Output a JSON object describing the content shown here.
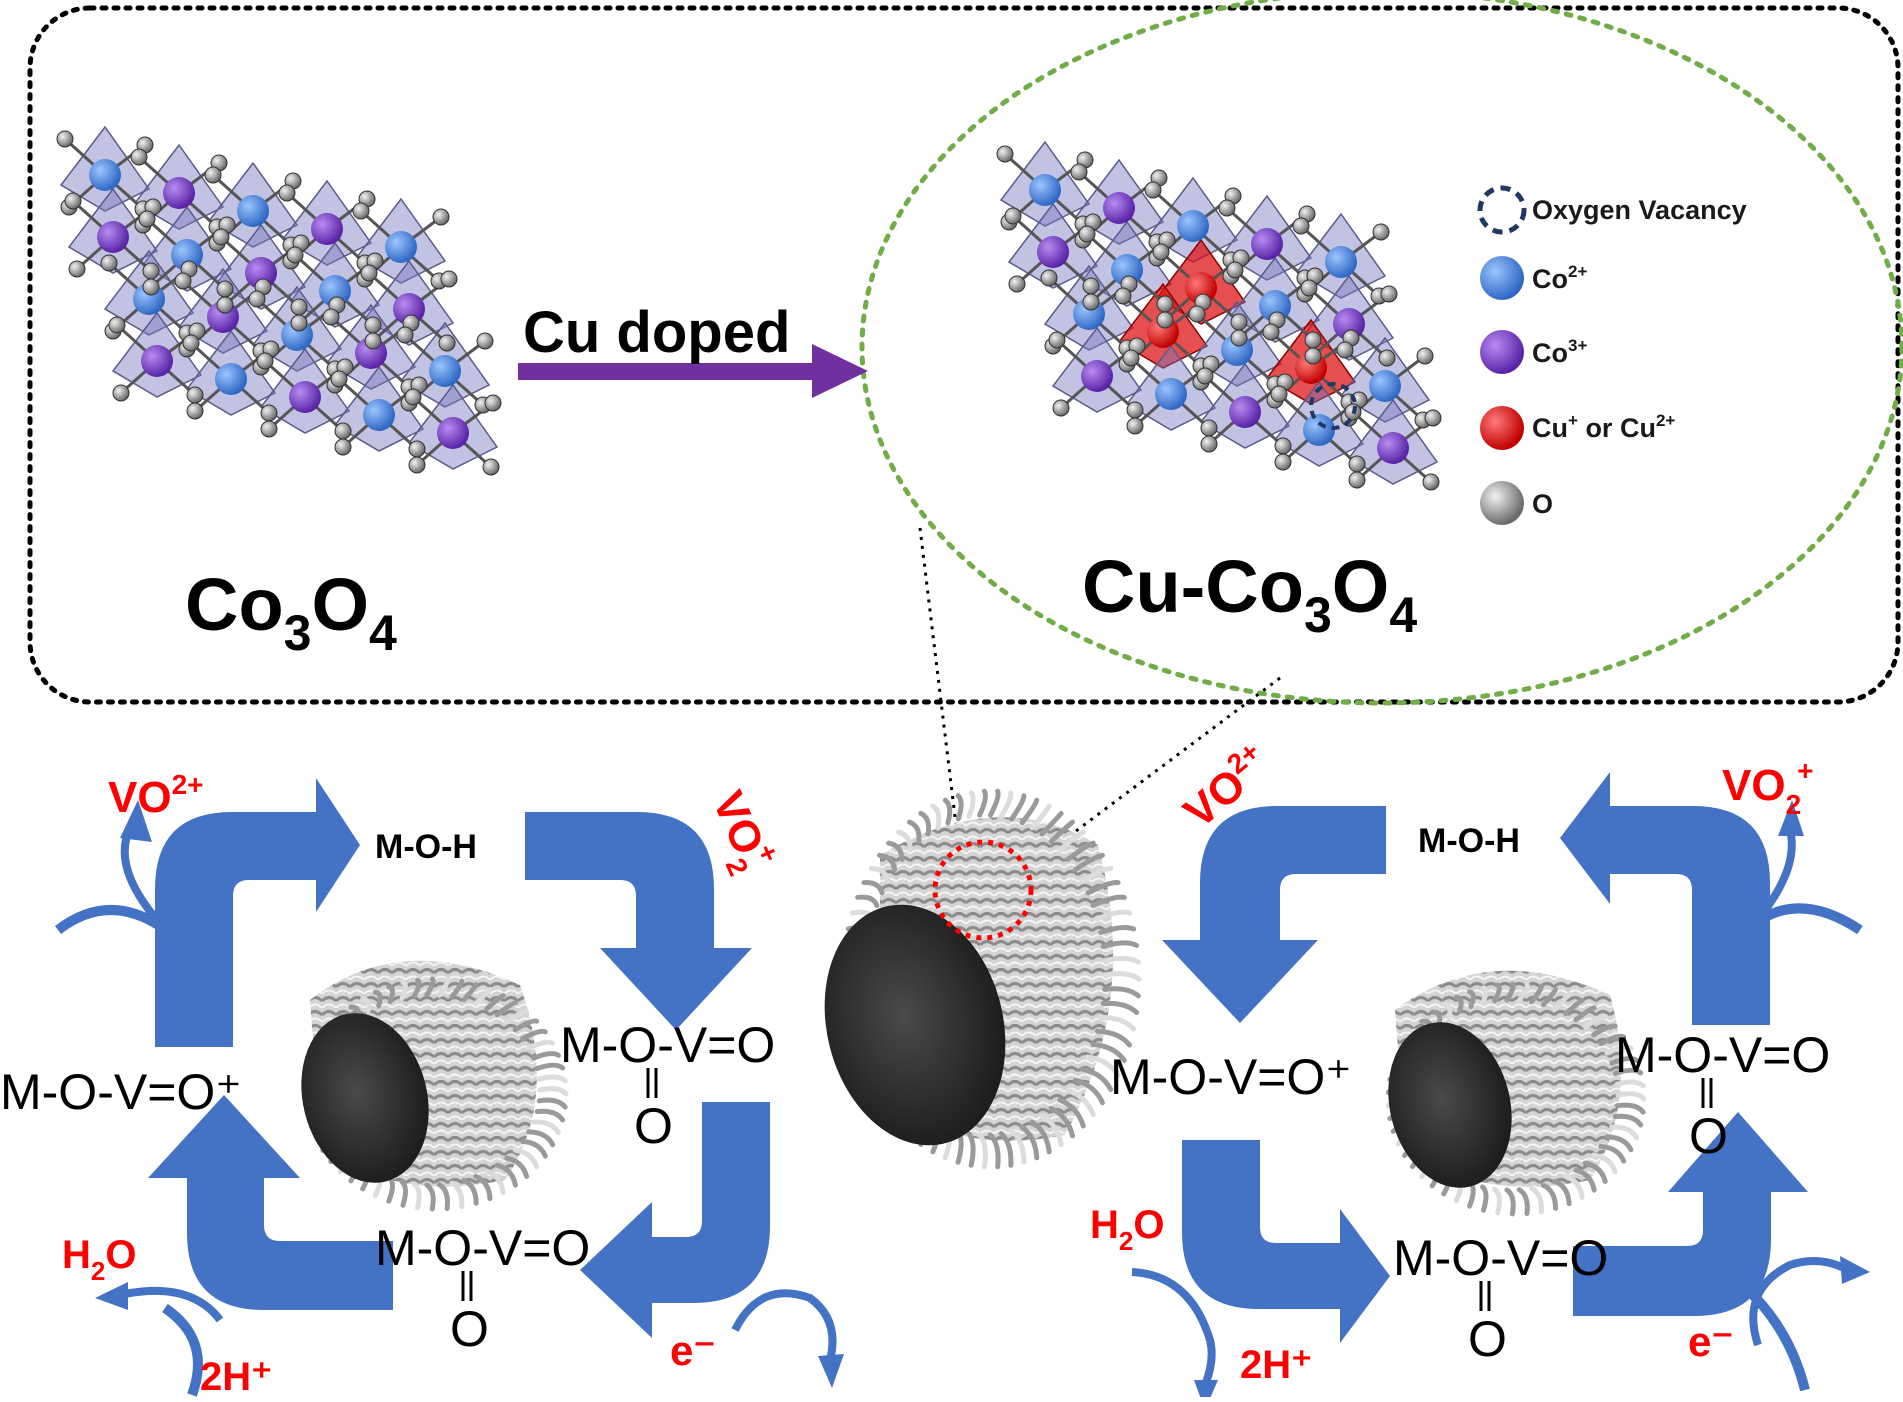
{
  "colors": {
    "arrow_blue": "#4472c4",
    "arrow_purple": "#7030a0",
    "frame_black": "#000000",
    "ellipse_green": "#70ad47",
    "highlight_red": "#ff0000",
    "co2_blue": "#4a86d8",
    "co3_purple": "#7b3fc4",
    "cu_red": "#e01010",
    "oxygen_gray": "#808080",
    "vacancy_navy": "#1f3864"
  },
  "top": {
    "left_material": {
      "base": "Co",
      "sub1": "3",
      "mid": "O",
      "sub2": "4"
    },
    "arrow_label": "Cu doped",
    "right_material": {
      "prefix": "Cu-",
      "base": "Co",
      "sub1": "3",
      "mid": "O",
      "sub2": "4"
    },
    "legend": [
      {
        "icon": "dashed-circle",
        "label": "Oxygen Vacancy"
      },
      {
        "icon": "blue-dot",
        "label": "Co",
        "sup": "2+"
      },
      {
        "icon": "purple-dot",
        "label": "Co",
        "sup": "3+"
      },
      {
        "icon": "red-dot",
        "label": "Cu",
        "sup": "+",
        "mid": " or Cu",
        "sup2": "2+"
      },
      {
        "icon": "gray-dot",
        "label": "O"
      }
    ]
  },
  "left_cycle": {
    "moh": "M-O-H",
    "vo2plus_base": "VO",
    "vo2plus_sup": "2+",
    "vo2_base": "VO",
    "vo2_sub": "2",
    "vo2_sup": "+",
    "movo_plus": "M-O-V=O⁺",
    "movo_right": "M-O-V=O",
    "movo_right_o": "O",
    "movo_bottom": "M-O-V=O",
    "movo_bottom_o": "O",
    "h2o_base": "H",
    "h2o_sub": "2",
    "h2o_end": "O",
    "hplus": "2H⁺",
    "electron": "e⁻"
  },
  "right_cycle": {
    "moh": "M-O-H",
    "vo2plus_base": "VO",
    "vo2plus_sup": "2+",
    "vo2_base": "VO",
    "vo2_sub": "2",
    "vo2_sup": "+",
    "movo_plus": "M-O-V=O⁺",
    "movo_right": "M-O-V=O",
    "movo_right_o": "O",
    "movo_bottom": "M-O-V=O",
    "movo_bottom_o": "O",
    "h2o_base": "H",
    "h2o_sub": "2",
    "h2o_end": "O",
    "hplus": "2H⁺",
    "electron": "e⁻"
  }
}
